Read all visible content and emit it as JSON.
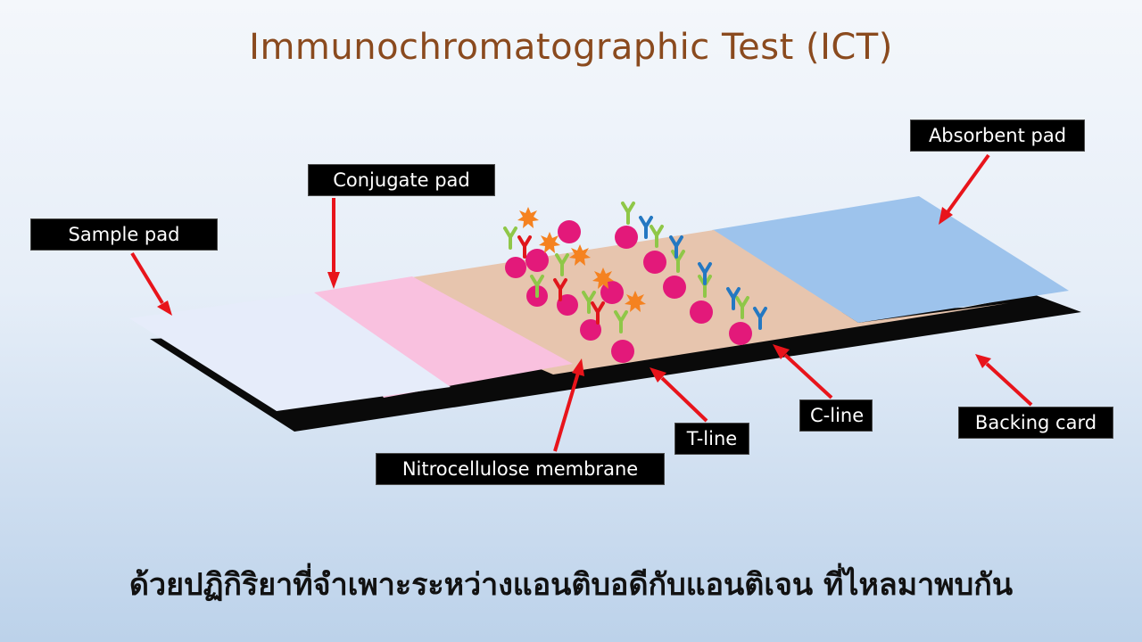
{
  "title": "Immunochromatographic Test (ICT)",
  "labels": {
    "sample_pad": "Sample pad",
    "conjugate_pad": "Conjugate pad",
    "absorbent_pad": "Absorbent pad",
    "nitrocellulose_membrane": "Nitrocellulose membrane",
    "t_line": "T-line",
    "c_line": "C-line",
    "backing_card": "Backing card"
  },
  "caption": "ด้วยปฏิกิริยาที่จำเพาะระหว่างแอนติบอดีกับแอนติเจน ที่ไหลมาพบกัน",
  "colors": {
    "title": "#8a4a1e",
    "backing_card": "#0a0a0a",
    "sample_pad": "#e6ecfa",
    "conjugate_pad": "#f9c1df",
    "membrane": "#e7c5ae",
    "absorbent_pad": "#9dc3ec",
    "arrow": "#e8141b",
    "antigen_particle": "#e3197a",
    "antibody_green": "#8fc748",
    "antibody_blue": "#2478c2",
    "antigen_star": "#f58220",
    "antibody_red": "#e0161c"
  },
  "icons": [
    "antibody-y-icon",
    "gold-particle-icon",
    "antigen-star-icon",
    "arrow-pointer-icon"
  ]
}
